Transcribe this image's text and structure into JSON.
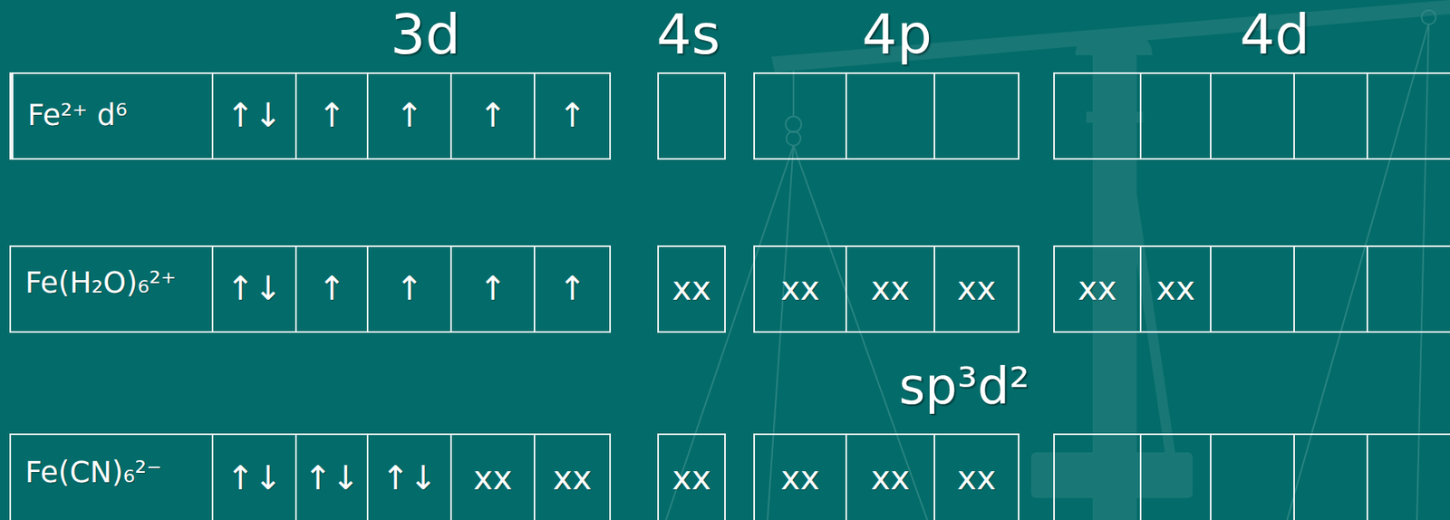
{
  "diagram": {
    "nodes": [
      {
        "text": [
          "Fe²⁺ d⁶"
        ]
      },
      {
        "text": [
          "↑↓"
        ]
      },
      {
        "text": [
          "↑"
        ]
      },
      {
        "text": [
          "↑"
        ]
      },
      {
        "text": [
          "↑"
        ]
      },
      {
        "text": [
          "↑"
        ]
      },
      {
        "text": [
          "Fe(H₂O)₆²⁺"
        ]
      },
      {
        "text": [
          "↑↓"
        ]
      },
      {
        "text": [
          "↑"
        ]
      },
      {
        "text": [
          "↑"
        ]
      },
      {
        "text": [
          "↑"
        ]
      },
      {
        "text": [
          "↑"
        ]
      },
      {
        "text": [
          "xx"
        ]
      },
      {
        "text": [
          "xx"
        ]
      },
      {
        "text": [
          "xx"
        ]
      },
      {
        "text": [
          "xx"
        ]
      },
      {
        "text": [
          "xx"
        ]
      },
      {
        "text": [
          "xx"
        ]
      },
      {
        "text": [
          "Fe(CN)₆²⁻"
        ]
      },
      {
        "text": [
          "↑↓"
        ]
      },
      {
        "text": [
          "↑↓"
        ]
      },
      {
        "text": [
          "↑↓"
        ]
      },
      {
        "text": [
          "xx"
        ]
      },
      {
        "text": [
          "xx"
        ]
      },
      {
        "text": [
          "xx"
        ]
      },
      {
        "text": [
          "xx"
        ]
      },
      {
        "text": [
          "xx"
        ]
      },
      {
        "text": [
          "xx"
        ]
      }
    ],
    "labels": [
      "3d",
      "4s",
      "4p",
      "4d",
      "sp³d²"
    ]
  }
}
